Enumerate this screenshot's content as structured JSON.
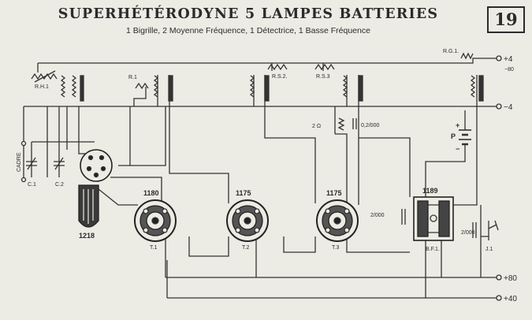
{
  "header": {
    "title": "SUPERHÉTÉRODYNE 5 LAMPES BATTERIES",
    "subtitle": "1 Bigrille, 2 Moyenne Fréquence, 1 Détectrice, 1 Basse Fréquence",
    "plate_number": "19"
  },
  "components": {
    "rh1": "R.H.1",
    "r1": "R.1",
    "rs2": "R.S.2.",
    "rs3": "R.S.3",
    "rg1": "R.G.1.",
    "cadre": "CADRE",
    "c1": "C.1",
    "c2": "C.2",
    "tube_oscillator": "1218",
    "tube_1": "1180",
    "tube_2": "1175",
    "tube_3": "1175",
    "tube_4": "1189",
    "t1": "T.1",
    "t2": "T.2",
    "t3": "T.3",
    "bf1": "B.F.1.",
    "j1": "J.1",
    "res_2": "2 Ω",
    "cap_2000a": "0,2/000",
    "cap_2000b": "2/000",
    "cap_2000c": "2/000",
    "battery": "P",
    "battery_plus": "+",
    "battery_minus": "−"
  },
  "terminals": {
    "plus4": "+4",
    "minus80": "−80",
    "minus4": "−4",
    "plus80": "+80",
    "plus40": "+40"
  }
}
